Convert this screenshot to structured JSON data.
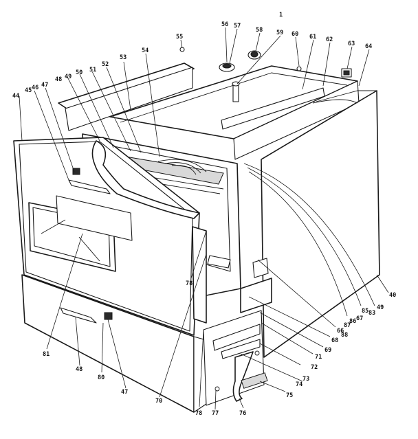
{
  "diagram": {
    "callouts": [
      {
        "id": "c1",
        "text": "1"
      },
      {
        "id": "c40",
        "text": "40"
      },
      {
        "id": "c44",
        "text": "44"
      },
      {
        "id": "c45",
        "text": "45"
      },
      {
        "id": "c46",
        "text": "46"
      },
      {
        "id": "c47a",
        "text": "47"
      },
      {
        "id": "c47b",
        "text": "47"
      },
      {
        "id": "c48a",
        "text": "48"
      },
      {
        "id": "c48b",
        "text": "48"
      },
      {
        "id": "c49a",
        "text": "49"
      },
      {
        "id": "c49b",
        "text": "49"
      },
      {
        "id": "c50",
        "text": "50"
      },
      {
        "id": "c51",
        "text": "51"
      },
      {
        "id": "c52",
        "text": "52"
      },
      {
        "id": "c53",
        "text": "53"
      },
      {
        "id": "c54",
        "text": "54"
      },
      {
        "id": "c55",
        "text": "55"
      },
      {
        "id": "c56",
        "text": "56"
      },
      {
        "id": "c57",
        "text": "57"
      },
      {
        "id": "c58",
        "text": "58"
      },
      {
        "id": "c59",
        "text": "59"
      },
      {
        "id": "c60",
        "text": "60"
      },
      {
        "id": "c61",
        "text": "61"
      },
      {
        "id": "c62",
        "text": "62"
      },
      {
        "id": "c63",
        "text": "63"
      },
      {
        "id": "c64",
        "text": "64"
      },
      {
        "id": "c66",
        "text": "66"
      },
      {
        "id": "c67",
        "text": "67"
      },
      {
        "id": "c68",
        "text": "68"
      },
      {
        "id": "c69",
        "text": "69"
      },
      {
        "id": "c70",
        "text": "70"
      },
      {
        "id": "c71",
        "text": "71"
      },
      {
        "id": "c72",
        "text": "72"
      },
      {
        "id": "c73",
        "text": "73"
      },
      {
        "id": "c74",
        "text": "74"
      },
      {
        "id": "c75",
        "text": "75"
      },
      {
        "id": "c76",
        "text": "76"
      },
      {
        "id": "c77",
        "text": "77"
      },
      {
        "id": "c78a",
        "text": "78"
      },
      {
        "id": "c78b",
        "text": "78"
      },
      {
        "id": "c80",
        "text": "80"
      },
      {
        "id": "c81",
        "text": "81"
      },
      {
        "id": "c83",
        "text": "83"
      },
      {
        "id": "c85",
        "text": "85"
      },
      {
        "id": "c86",
        "text": "86"
      },
      {
        "id": "c87",
        "text": "87"
      },
      {
        "id": "c88",
        "text": "88"
      }
    ]
  }
}
